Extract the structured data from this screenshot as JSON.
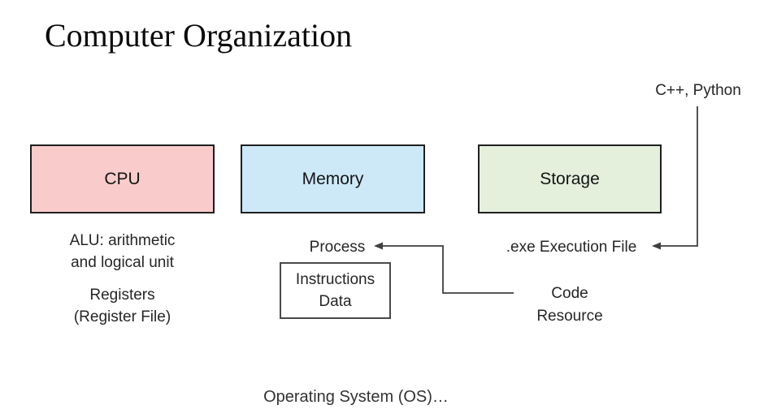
{
  "title": "Computer Organization",
  "colors": {
    "cpu_fill": "#F9CCCB",
    "memory_fill": "#CDE9F8",
    "storage_fill": "#E4EFDC",
    "box_border": "#1f1f1f",
    "line_color": "#3f3f3f"
  },
  "boxes": {
    "cpu": {
      "label": "CPU"
    },
    "memory": {
      "label": "Memory"
    },
    "storage": {
      "label": "Storage"
    }
  },
  "cpu_notes": {
    "alu_line1": "ALU: arithmetic",
    "alu_line2": "and logical unit",
    "reg_line1": "Registers",
    "reg_line2": "(Register File)"
  },
  "memory_notes": {
    "process": "Process",
    "inner_line1": "Instructions",
    "inner_line2": "Data"
  },
  "storage_notes": {
    "languages": "C++, Python",
    "exe": ".exe Execution File",
    "code_line1": "Code",
    "code_line2": "Resource"
  },
  "footer": {
    "os": "Operating System (OS)…"
  }
}
